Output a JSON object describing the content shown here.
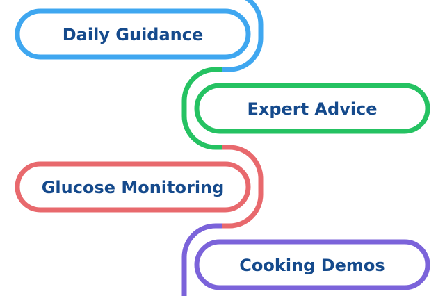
{
  "steps": [
    {
      "label": "Daily Guidance",
      "color": "#3fa7f0"
    },
    {
      "label": "Expert Advice",
      "color": "#25c262"
    },
    {
      "label": "Glucose Monitoring",
      "color": "#e8696d"
    },
    {
      "label": "Cooking Demos",
      "color": "#7b63da"
    }
  ],
  "text_color": "#154a8c"
}
